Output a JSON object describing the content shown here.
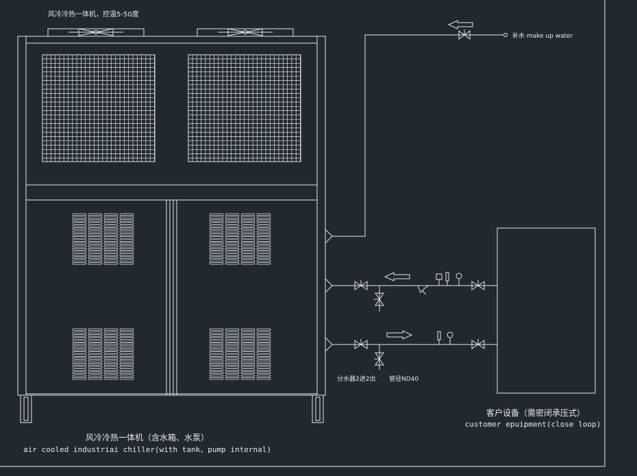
{
  "colors": {
    "background": "#212830",
    "line": "#e6e6e6"
  },
  "top_label": "风冷冷热一体机，控温5-50度",
  "makeup_water_label": "补水 make up water",
  "manifold_label": "分水器2进2出",
  "pipe_size_label": "管径ND40",
  "chiller": {
    "title_cn": "风冷冷热一体机（含水箱、水泵）",
    "title_en": "air cooled industriai chiller(with tank、pump internal)"
  },
  "customer": {
    "title_cn": "客户设备（需密闭承压式）",
    "title_en": "customer epuipment(close loop)"
  },
  "icons": [
    "fan-icon",
    "valve-icon",
    "flow-arrow-icon",
    "gauge-icon",
    "thermometer-icon",
    "strainer-icon"
  ]
}
